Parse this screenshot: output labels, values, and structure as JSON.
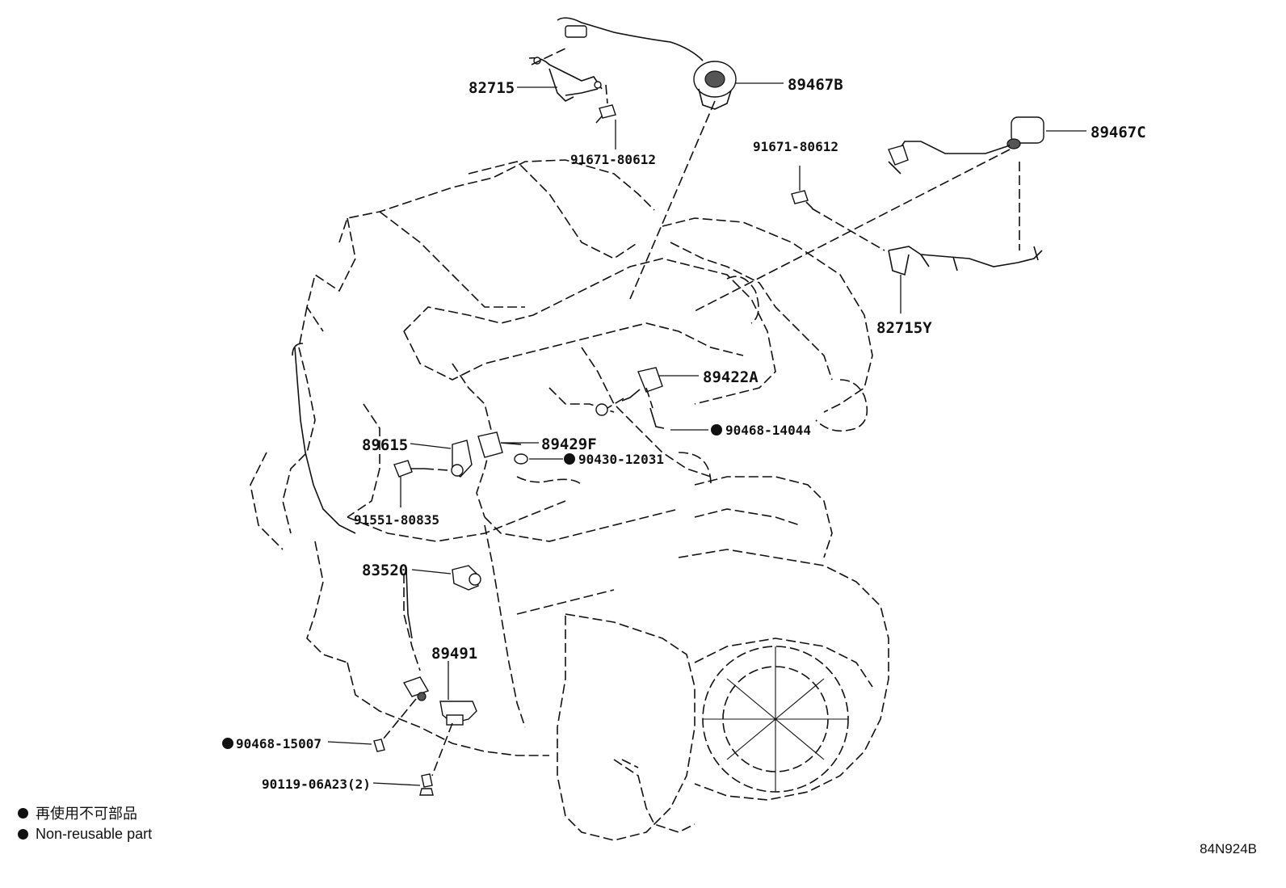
{
  "parts": {
    "p82715": "82715",
    "p89467B": "89467B",
    "p91671_top": "91671-80612",
    "p91671_right": "91671-80612",
    "p89467C": "89467C",
    "p82715Y": "82715Y",
    "p89422A": "89422A",
    "p90468_14044": "90468-14044",
    "p89615": "89615",
    "p89429F": "89429F",
    "p90430": "90430-12031",
    "p91551": "91551-80835",
    "p83520": "83520",
    "p89491": "89491",
    "p90468_15007": "90468-15007",
    "p90119": "90119-06A23(2)"
  },
  "legend": {
    "jp": "再使用不可部品",
    "en": "Non-reusable part"
  },
  "diagram_code": "84N924B"
}
